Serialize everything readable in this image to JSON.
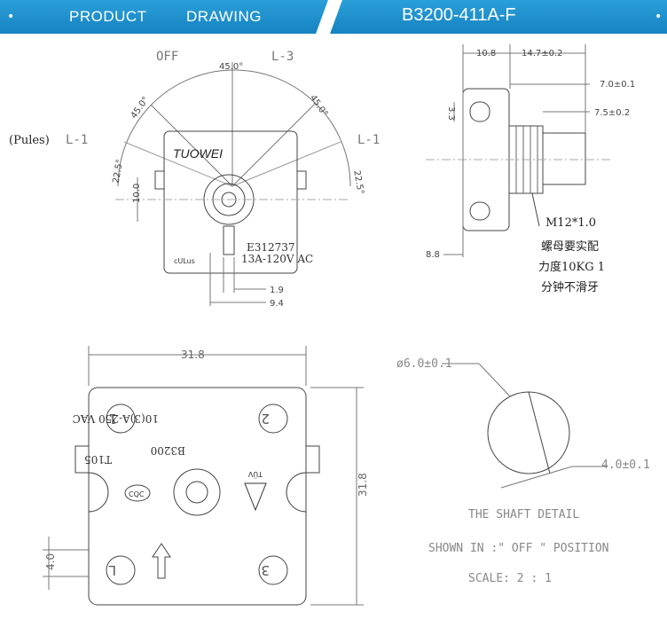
{
  "header": {
    "title_left_1": "PRODUCT",
    "title_left_2": "DRAWING",
    "title_right": "B3200-411A-F",
    "dot": "•",
    "color": "#1a8fce"
  },
  "top_view": {
    "off": "OFF",
    "l3": "L-3",
    "l1_left": "L-1",
    "l1_right": "L-1",
    "pules": "(Pules)",
    "angle_a": "45.0°",
    "angle_b": "45.0°",
    "angle_c": "45.0°",
    "angle_side_left": "22.5°",
    "angle_side_right": "22.5°",
    "brand": "TUOWEI",
    "cert": "E312737",
    "rating": "13A-120V AC",
    "ul": "cULus",
    "dim_10": "10.0",
    "dim_19": "1.9",
    "dim_94": "9.4"
  },
  "side_view": {
    "dim_108": "10.8",
    "dim_147": "14.7±0.2",
    "dim_70": "7.0±0.1",
    "dim_75": "7.5±0.2",
    "dim_33": "3.3",
    "dim_88": "8.8",
    "thread": "M12*1.0",
    "note_1": "螺母要实配",
    "note_2": "力度10KG  1",
    "note_3": "分钟不滑牙"
  },
  "bottom_view": {
    "dim_width": "31.8",
    "dim_height": "31.8",
    "dim_40": "4.0",
    "rating": "10(3)A-250 VAC",
    "model": "B3200",
    "code": "T105",
    "cqc": "CQC",
    "tuv": "TÜV",
    "pos_1": "1",
    "pos_2": "2",
    "pos_3": "3",
    "pos_l": "L"
  },
  "shaft_detail": {
    "dia": "ø6.0±0.1",
    "flat": "4.0±0.1",
    "title": "THE SHAFT DETAIL",
    "shown": "SHOWN IN :\" OFF \" POSITION",
    "scale": "SCALE:  2 : 1"
  }
}
